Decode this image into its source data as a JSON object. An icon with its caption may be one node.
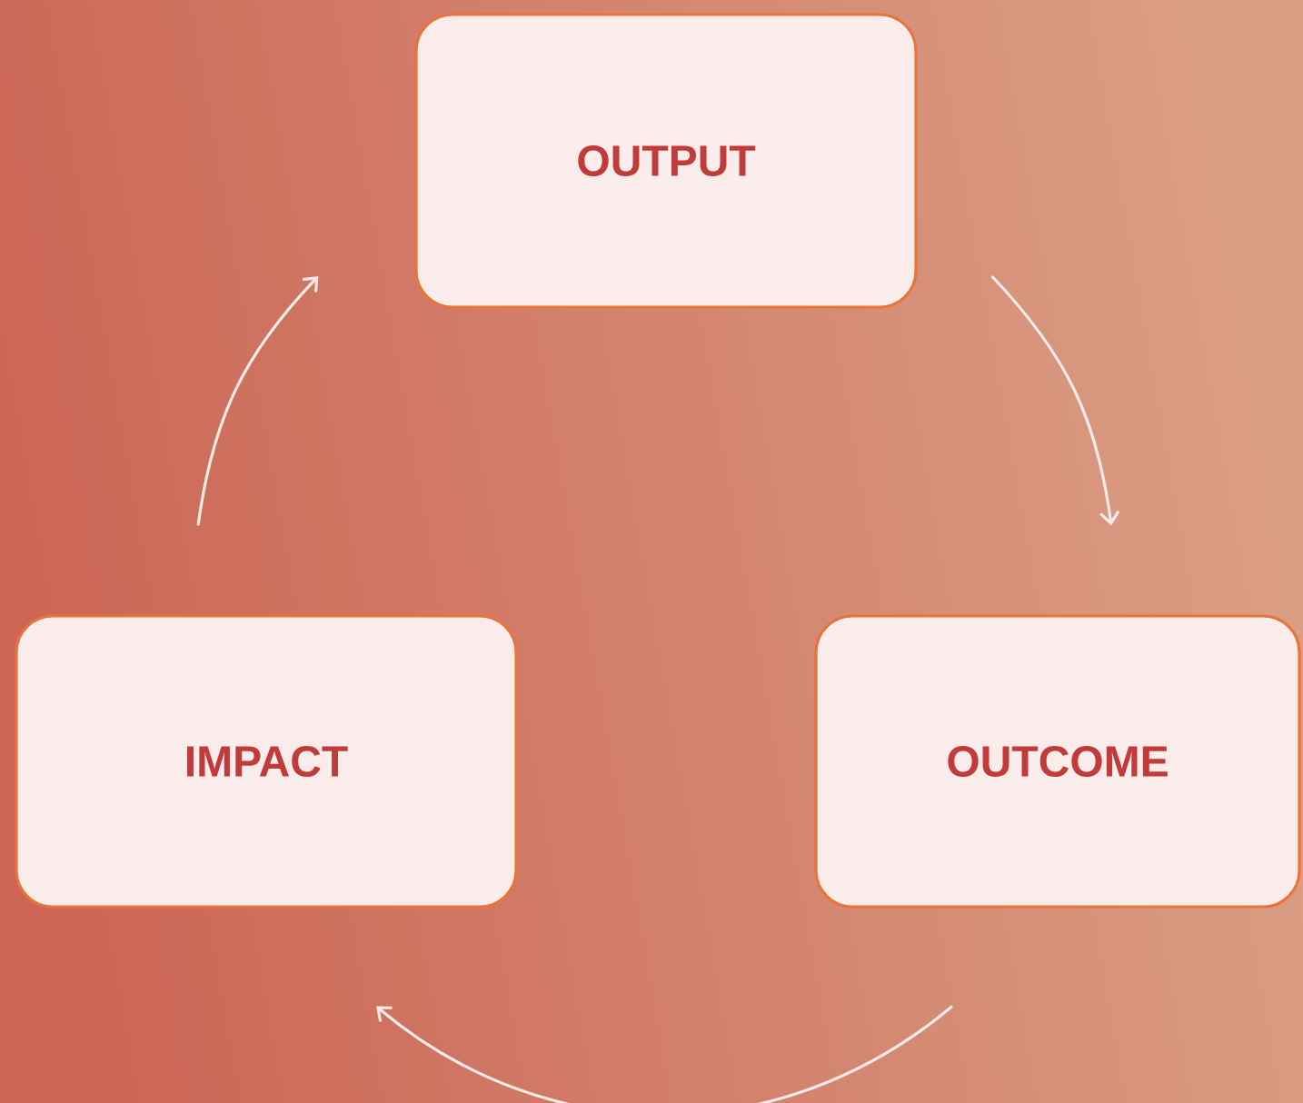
{
  "diagram": {
    "nodes": [
      {
        "text": [
          "OUTPUT"
        ]
      },
      {
        "text": [
          "OUTCOME"
        ]
      },
      {
        "text": [
          "IMPACT"
        ]
      }
    ],
    "edges": [
      {
        "from": 0,
        "to": 1,
        "arrow": "to"
      },
      {
        "from": 1,
        "to": 2,
        "arrow": "to"
      },
      {
        "from": 2,
        "to": 0,
        "arrow": "to"
      }
    ]
  }
}
